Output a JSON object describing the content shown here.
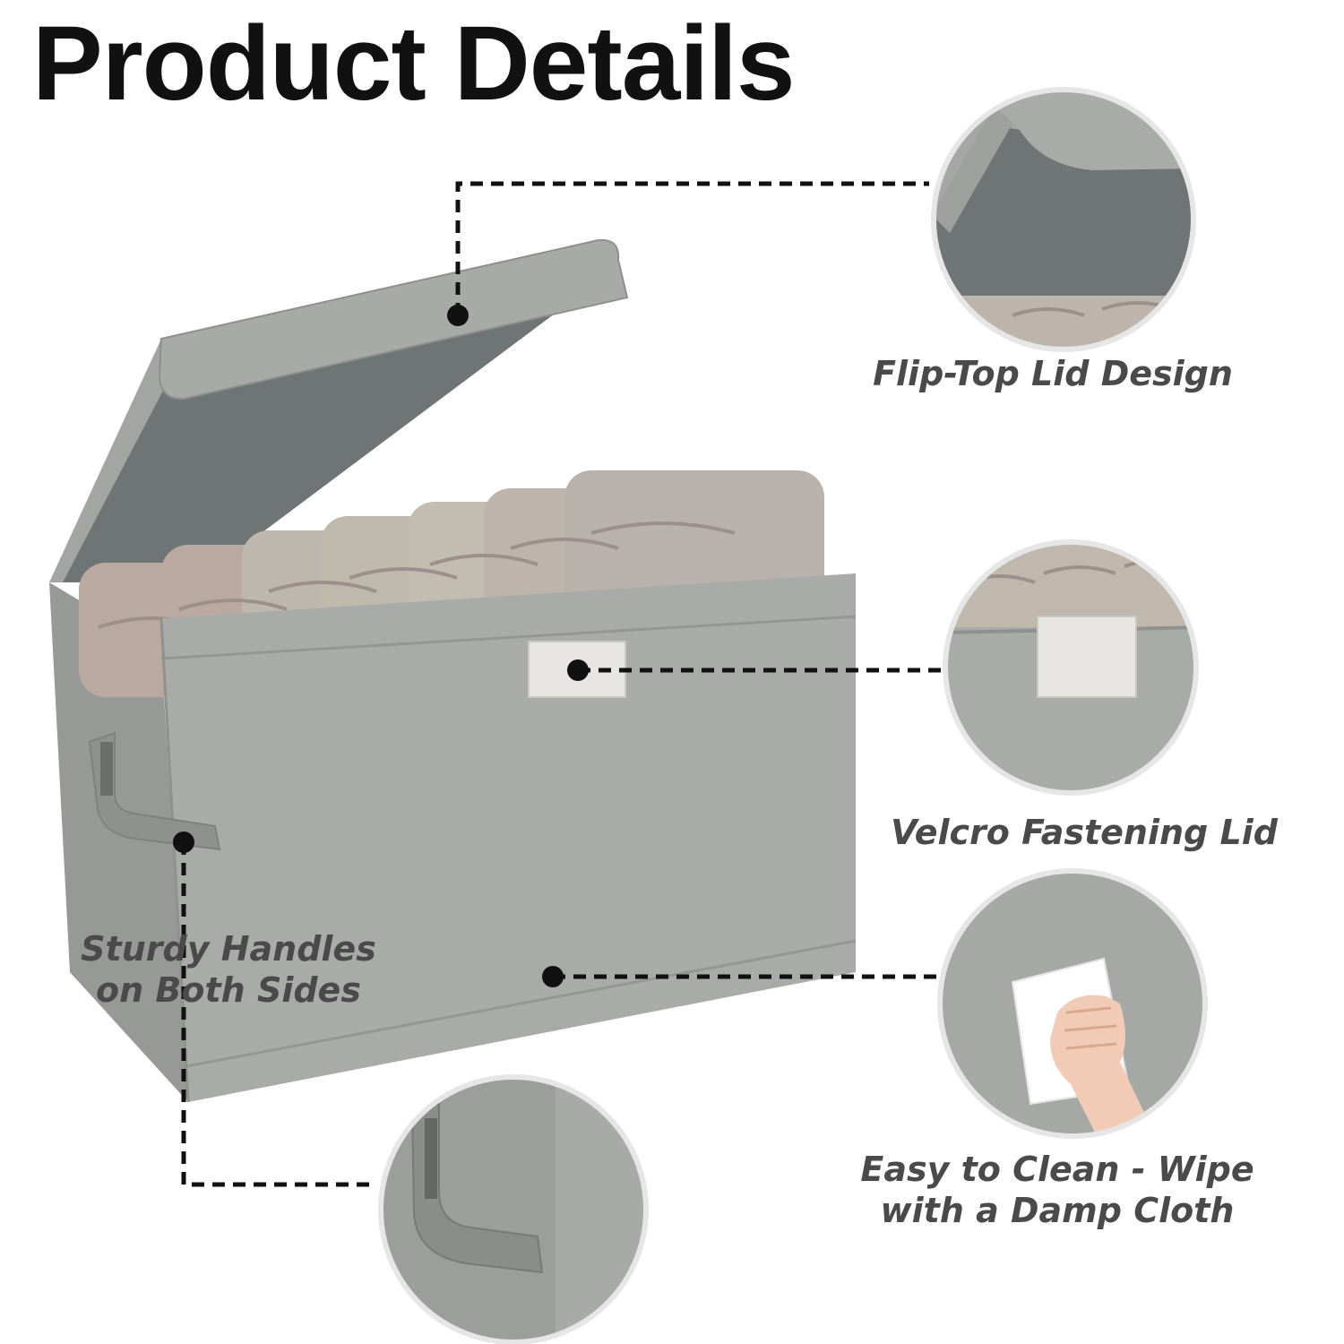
{
  "page": {
    "title": "Product Details"
  },
  "features": {
    "lid": {
      "caption": "Flip-Top Lid Design",
      "icon": "flip-top-lid-closeup"
    },
    "velcro": {
      "caption": "Velcro Fastening Lid",
      "icon": "velcro-tag-closeup"
    },
    "clean": {
      "caption_line1": "Easy to Clean - Wipe",
      "caption_line2": "with a Damp Cloth",
      "icon": "wipe-hand-closeup"
    },
    "handles": {
      "caption_line1": "Sturdy Handles",
      "caption_line2": "on Both Sides",
      "icon": "handle-closeup"
    }
  },
  "colors": {
    "box_fabric": "#a9aba9",
    "box_shadow_side": "#979996",
    "lid_inner": "#6f7475",
    "title_text": "#111111",
    "caption_text": "#4a4a4a",
    "callout_line": "#111111"
  }
}
